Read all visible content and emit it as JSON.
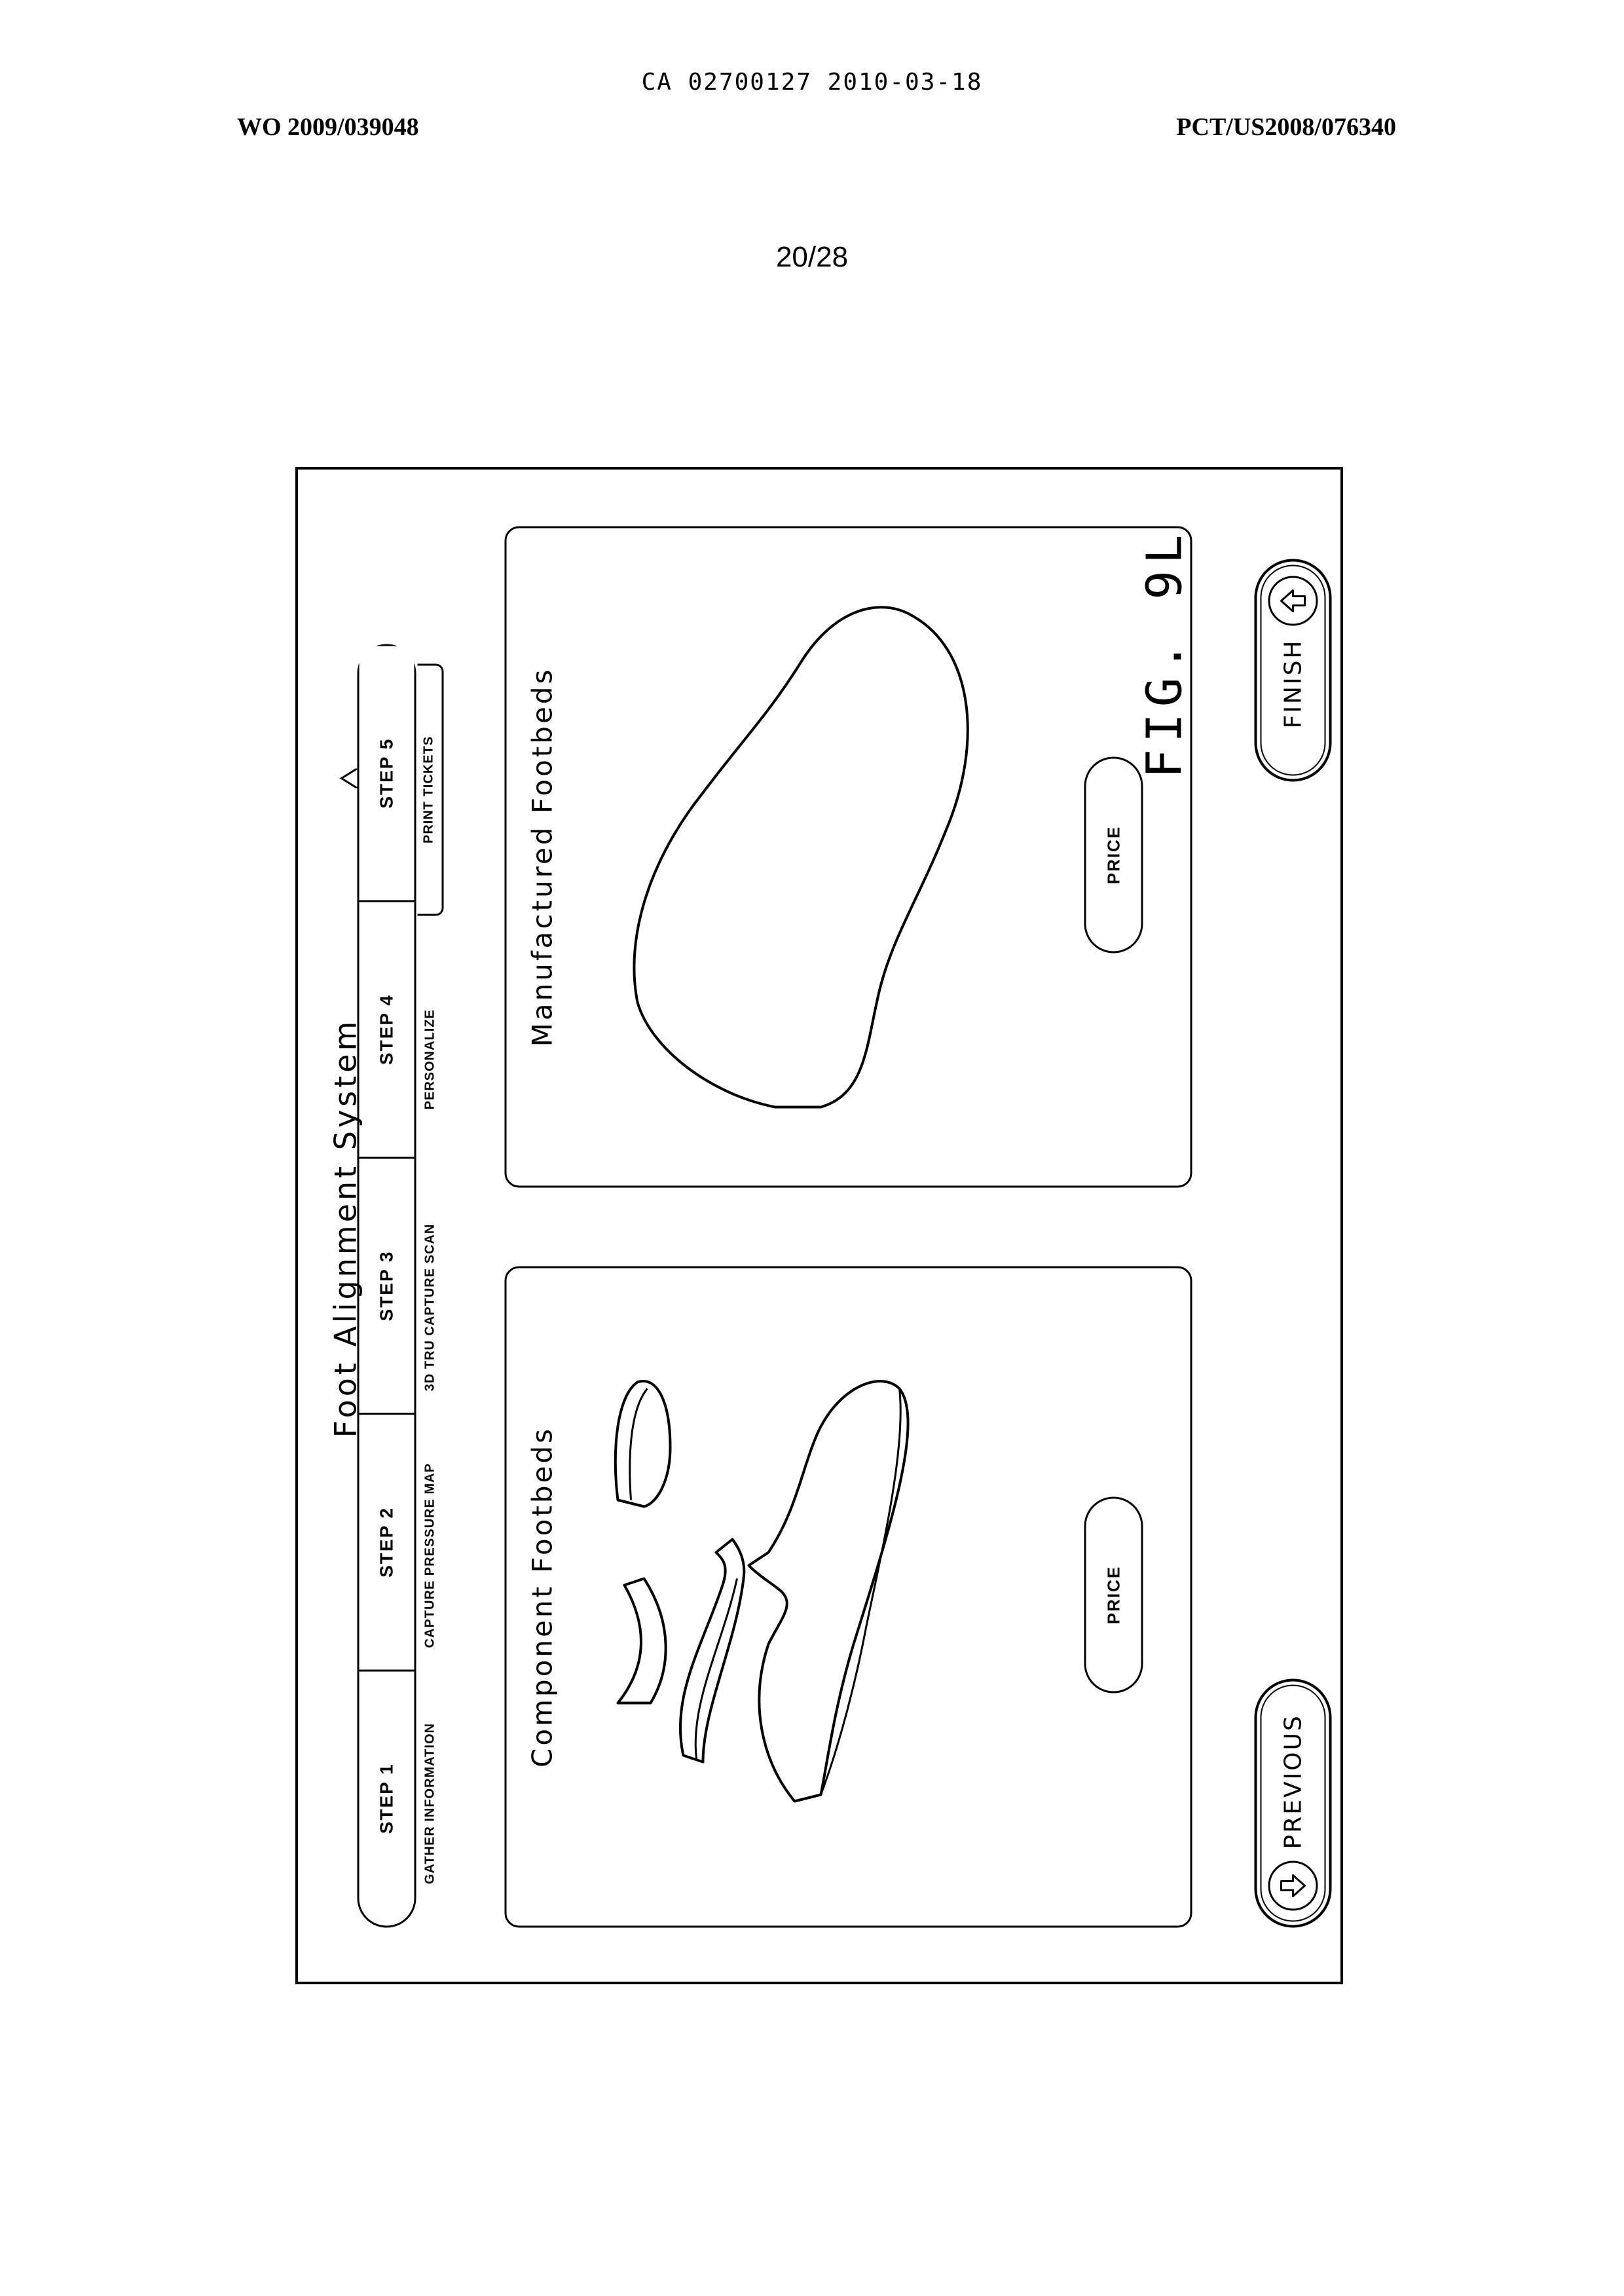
{
  "header": {
    "center_id": "CA 02700127 2010-03-18",
    "pub_number": "WO 2009/039048",
    "pct_number": "PCT/US2008/076340",
    "page_number": "20/28"
  },
  "app": {
    "title": "Foot Alignment System",
    "steps": [
      {
        "label": "STEP 1",
        "sublabel": "GATHER INFORMATION"
      },
      {
        "label": "STEP 2",
        "sublabel": "CAPTURE PRESSURE MAP"
      },
      {
        "label": "STEP 3",
        "sublabel": "3D TRU CAPTURE SCAN"
      },
      {
        "label": "STEP 4",
        "sublabel": "PERSONALIZE"
      },
      {
        "label": "STEP 5",
        "sublabel": "PRINT TICKETS"
      }
    ],
    "active_step": 5,
    "panels": [
      {
        "title": "Component Footbeds",
        "price_label": "PRICE"
      },
      {
        "title": "Manufactured Footbeds",
        "price_label": "PRICE"
      }
    ],
    "previous_label": "PREVIOUS",
    "finish_label": "FINISH"
  },
  "figure_label": "FIG. 9L",
  "icons": {
    "previous": "arrow-down-circle-icon",
    "finish": "arrow-up-circle-icon"
  }
}
